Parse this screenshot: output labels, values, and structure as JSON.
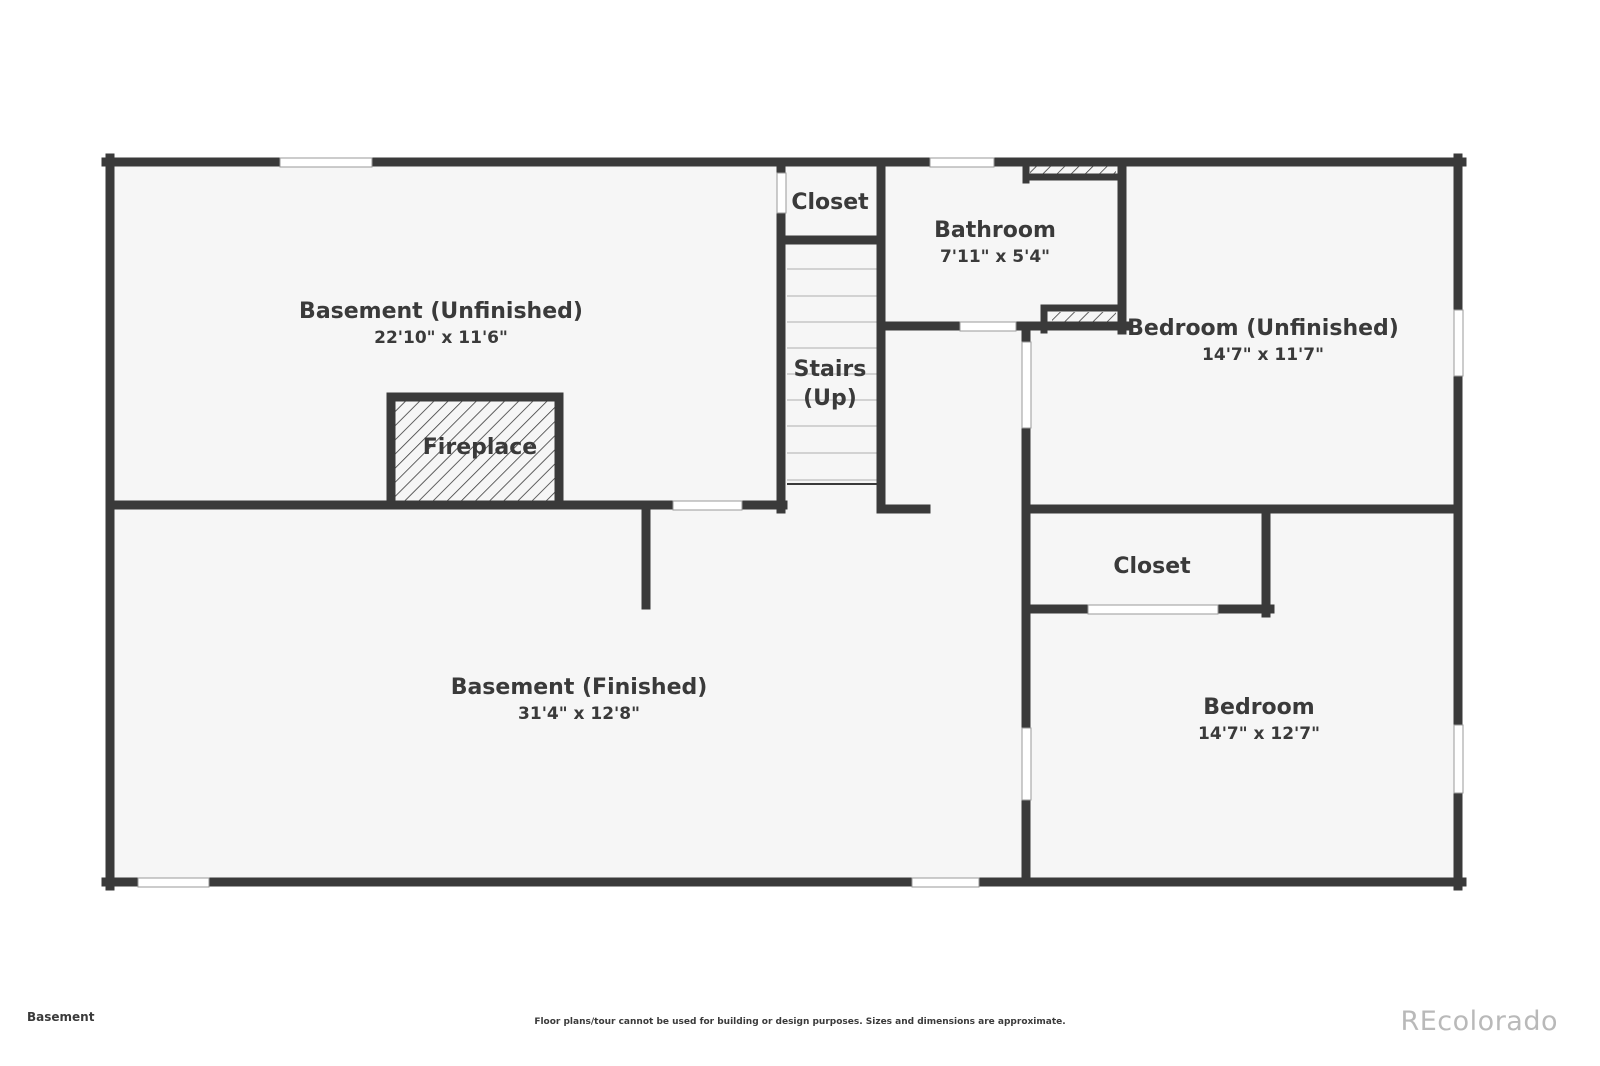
{
  "rooms": {
    "basement_unfinished": {
      "name": "Basement (Unfinished)",
      "dims": "22'10\" x 11'6\""
    },
    "closet_top": {
      "name": "Closet"
    },
    "bathroom": {
      "name": "Bathroom",
      "dims": "7'11\" x 5'4\""
    },
    "bedroom_unfinished": {
      "name": "Bedroom (Unfinished)",
      "dims": "14'7\" x 11'7\""
    },
    "stairs": {
      "line1": "Stairs",
      "line2": "(Up)"
    },
    "fireplace": {
      "name": "Fireplace"
    },
    "closet_bedroom": {
      "name": "Closet"
    },
    "basement_finished": {
      "name": "Basement (Finished)",
      "dims": "31'4\" x 12'8\""
    },
    "bedroom": {
      "name": "Bedroom",
      "dims": "14'7\" x 12'7\""
    }
  },
  "footer": {
    "floor_label": "Basement",
    "disclaimer": "Floor plans/tour cannot be used for building or design purposes. Sizes and dimensions are approximate.",
    "brand": "REcolorado"
  },
  "colors": {
    "wall": "#3a3a3a",
    "floor": "#f6f6f6",
    "window": "#ffffff"
  }
}
